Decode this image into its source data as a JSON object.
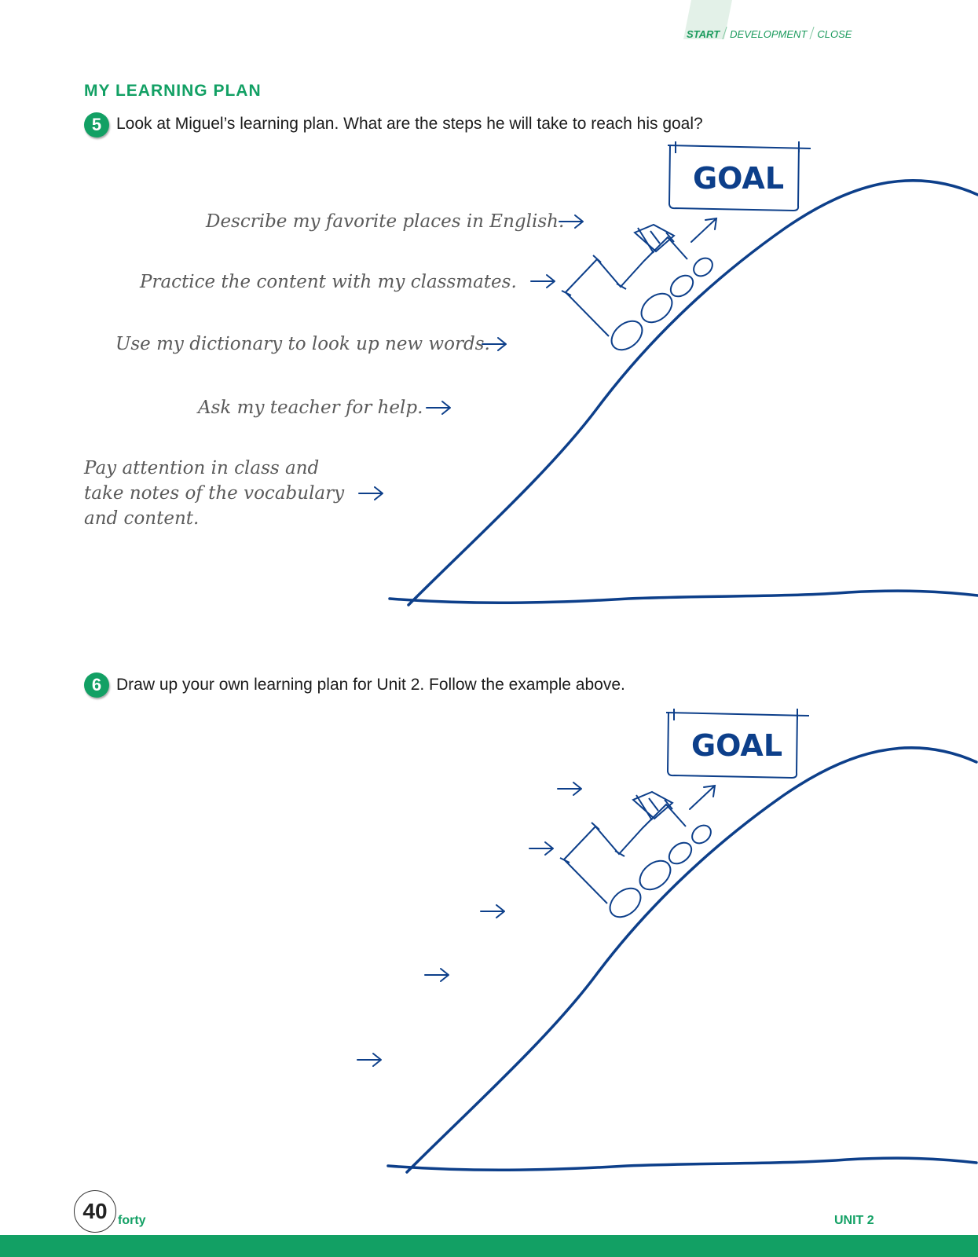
{
  "header": {
    "tabs": [
      "START",
      "DEVELOPMENT",
      "CLOSE"
    ]
  },
  "section_title": "MY LEARNING PLAN",
  "exercise5": {
    "number": "5",
    "instruction": "Look at Miguel’s learning plan. What are the steps he will take to reach his goal?",
    "goal_label": "GOAL",
    "steps": [
      "Describe my favorite places in English.",
      "Practice the content with my classmates.",
      "Use my dictionary to look up new words.",
      "Ask my teacher for help.",
      "Pay attention in class and take notes of the vocabulary and content."
    ]
  },
  "exercise6": {
    "number": "6",
    "instruction": "Draw up your own learning plan for Unit 2. Follow the example above.",
    "goal_label": "GOAL"
  },
  "footer": {
    "page_number": "40",
    "page_word": "forty",
    "unit": "UNIT 2"
  },
  "colors": {
    "accent_green": "#12a064",
    "drawing_blue": "#0d3f8a"
  },
  "icons": [
    "arrow-right-icon",
    "train-icon"
  ]
}
